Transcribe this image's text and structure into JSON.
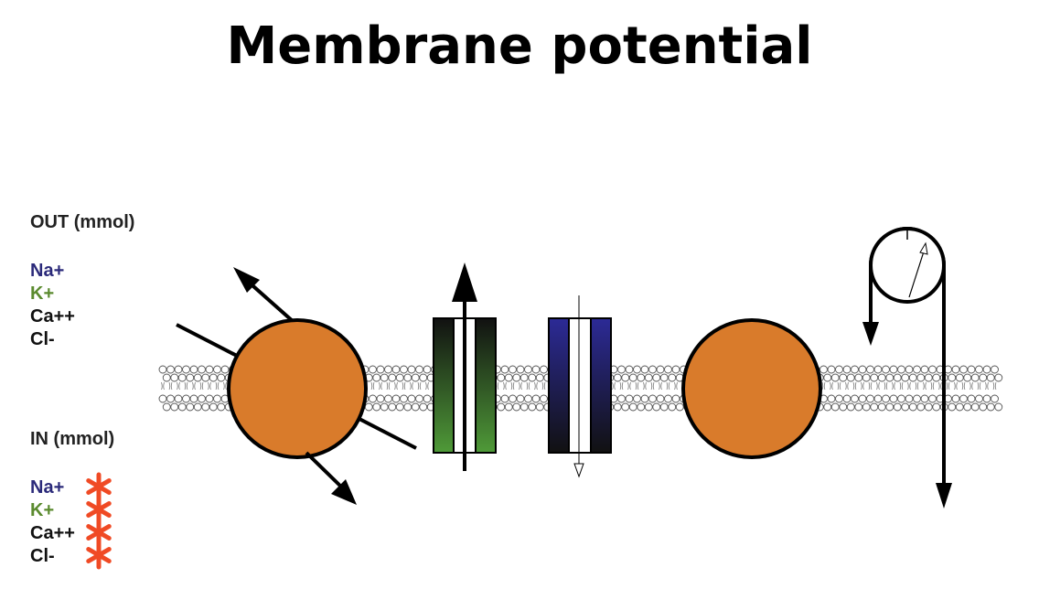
{
  "title": "Membrane potential",
  "out": {
    "heading": "OUT (mmol)",
    "ions": [
      {
        "label": "Na+",
        "color": "#2b2a7a"
      },
      {
        "label": "K+",
        "color": "#5a8a2e"
      },
      {
        "label": "Ca++",
        "color": "#111111"
      },
      {
        "label": "Cl-",
        "color": "#111111"
      }
    ]
  },
  "in": {
    "heading": "IN  (mmol)",
    "ions": [
      {
        "label": "Na+",
        "color": "#2b2a7a"
      },
      {
        "label": "K+",
        "color": "#5a8a2e"
      },
      {
        "label": "Ca++",
        "color": "#111111"
      },
      {
        "label": "Cl-",
        "color": "#111111"
      }
    ]
  },
  "colors": {
    "transporter": "#d97b2b",
    "k_channel": "#4f9a38",
    "na_channel": "#2c2a96",
    "asterisk": "#f04a24"
  },
  "icons": {
    "asterisk": "asterisk-icon",
    "meter": "voltmeter-icon"
  }
}
